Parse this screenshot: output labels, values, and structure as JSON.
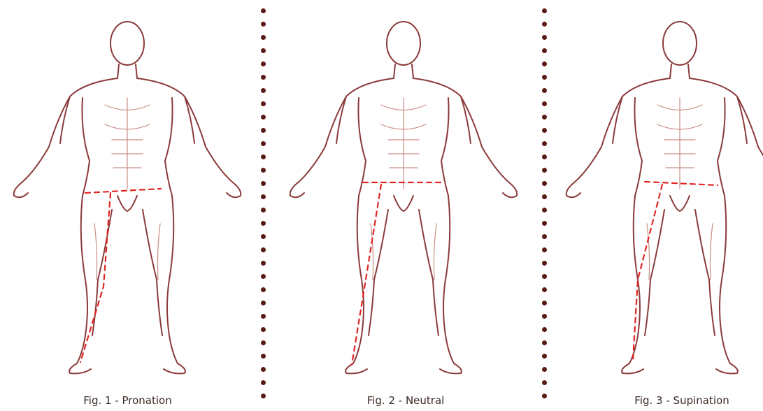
{
  "colors": {
    "outline": "#8b3a3a",
    "outline_light": "#c98d86",
    "dashed_line": "#e02525",
    "dot": "#5a1a16",
    "caption": "#3a2a22"
  },
  "figures": [
    {
      "caption": "Fig. 1 - Pronation",
      "gait": "pronation"
    },
    {
      "caption": "Fig. 2 - Neutral",
      "gait": "neutral"
    },
    {
      "caption": "Fig. 3 - Supination",
      "gait": "supination"
    }
  ]
}
